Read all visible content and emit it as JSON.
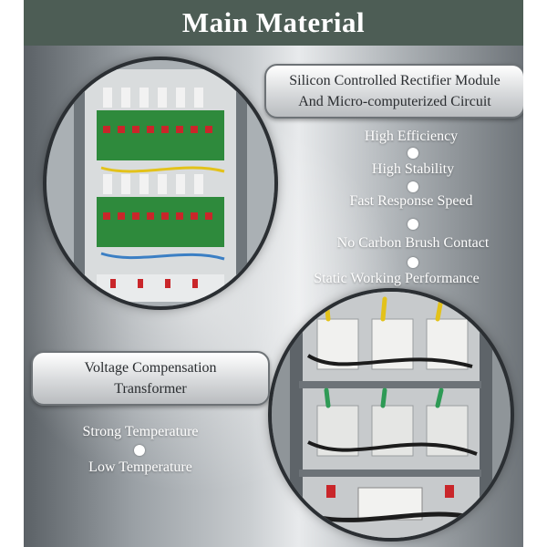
{
  "header": {
    "title": "Main Material"
  },
  "top_section": {
    "label_lines": [
      "Silicon Controlled Rectifier Module",
      "And Micro-computerized Circuit"
    ],
    "features": [
      "High Efficiency",
      "High Stability",
      "Fast Response Speed",
      "No Carbon Brush Contact",
      "Static Working Performance"
    ]
  },
  "bottom_section": {
    "label_lines": [
      "Voltage Compensation",
      "Transformer"
    ],
    "features": [
      "Strong Temperature",
      "Low Temperature"
    ]
  },
  "colors": {
    "header_bg": "#4d5d55",
    "board_green": "#2e8a3c",
    "wire_yellow": "#e3c21a",
    "wire_red": "#c9262a"
  }
}
